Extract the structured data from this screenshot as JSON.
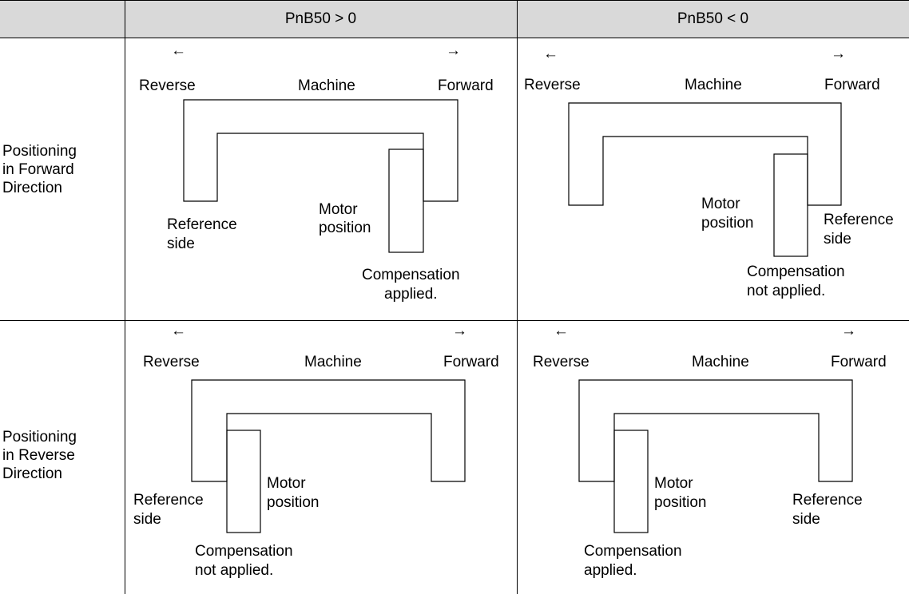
{
  "header": {
    "col1": "PnB50 > 0",
    "col2": "PnB50 < 0"
  },
  "rows": [
    {
      "label_lines": [
        "Positioning",
        "in Forward",
        "Direction"
      ]
    },
    {
      "label_lines": [
        "Positioning",
        "in Reverse",
        "Direction"
      ]
    }
  ],
  "diagram_text": {
    "arrow_left": "←",
    "arrow_right": "→",
    "reverse": "Reverse",
    "machine": "Machine",
    "forward": "Forward",
    "motor_1": "Motor",
    "motor_2": "position",
    "ref_1": "Reference",
    "ref_2": "side",
    "comp_1": "Compensation",
    "comp_applied": "applied.",
    "comp_not_applied": "not applied."
  }
}
